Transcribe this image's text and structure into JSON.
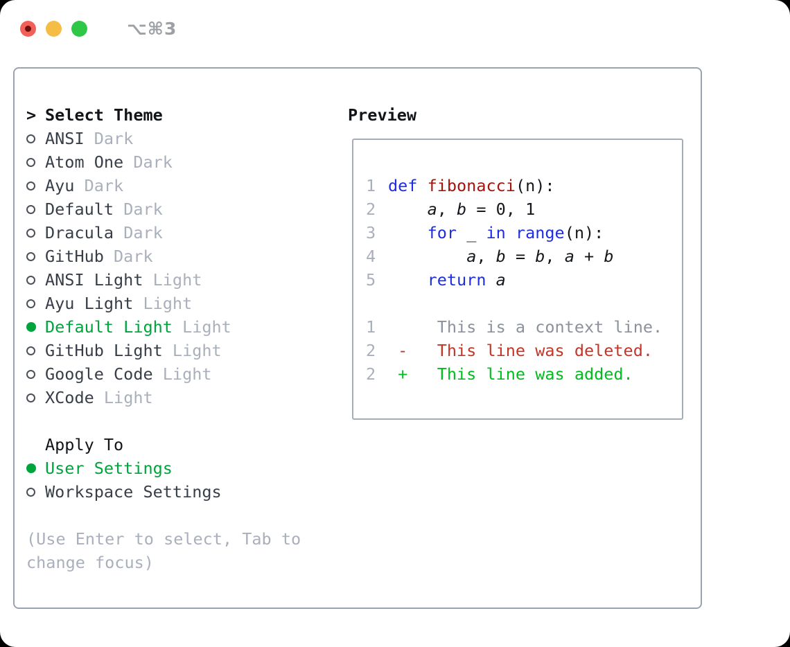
{
  "titlebar": {
    "shortcut": "⌥⌘3",
    "buttons": [
      "close",
      "minimize",
      "zoom"
    ]
  },
  "theme_selector": {
    "focus_marker": ">",
    "title": "Select Theme",
    "items": [
      {
        "name": "ANSI",
        "tag": "Dark",
        "selected": false
      },
      {
        "name": "Atom One",
        "tag": "Dark",
        "selected": false
      },
      {
        "name": "Ayu",
        "tag": "Dark",
        "selected": false
      },
      {
        "name": "Default",
        "tag": "Dark",
        "selected": false
      },
      {
        "name": "Dracula",
        "tag": "Dark",
        "selected": false
      },
      {
        "name": "GitHub",
        "tag": "Dark",
        "selected": false
      },
      {
        "name": "ANSI Light",
        "tag": "Light",
        "selected": false
      },
      {
        "name": "Ayu Light",
        "tag": "Light",
        "selected": false
      },
      {
        "name": "Default Light",
        "tag": "Light",
        "selected": true
      },
      {
        "name": "GitHub Light",
        "tag": "Light",
        "selected": false
      },
      {
        "name": "Google Code",
        "tag": "Light",
        "selected": false
      },
      {
        "name": "XCode",
        "tag": "Light",
        "selected": false
      }
    ]
  },
  "apply_to": {
    "title": "Apply To",
    "options": [
      {
        "label": "User Settings",
        "selected": true
      },
      {
        "label": "Workspace Settings",
        "selected": false
      }
    ]
  },
  "help_text": {
    "line1": "(Use Enter to select, Tab to",
    "line2": "change focus)"
  },
  "preview": {
    "title": "Preview",
    "code_lines": [
      {
        "num": "1",
        "segments": [
          {
            "text": "def ",
            "style": "keyword"
          },
          {
            "text": "fibonacci",
            "style": "function"
          },
          {
            "text": "(n):",
            "style": "plain"
          }
        ]
      },
      {
        "num": "2",
        "segments": [
          {
            "text": "    ",
            "style": "plain"
          },
          {
            "text": "a",
            "style": "variable"
          },
          {
            "text": ", ",
            "style": "plain"
          },
          {
            "text": "b",
            "style": "variable"
          },
          {
            "text": " = 0, 1",
            "style": "plain"
          }
        ]
      },
      {
        "num": "3",
        "segments": [
          {
            "text": "    ",
            "style": "plain"
          },
          {
            "text": "for",
            "style": "keyword"
          },
          {
            "text": " _ ",
            "style": "plain"
          },
          {
            "text": "in",
            "style": "keyword"
          },
          {
            "text": " ",
            "style": "plain"
          },
          {
            "text": "range",
            "style": "keyword"
          },
          {
            "text": "(n):",
            "style": "plain"
          }
        ]
      },
      {
        "num": "4",
        "segments": [
          {
            "text": "        ",
            "style": "plain"
          },
          {
            "text": "a",
            "style": "variable"
          },
          {
            "text": ", ",
            "style": "plain"
          },
          {
            "text": "b",
            "style": "variable"
          },
          {
            "text": " = ",
            "style": "plain"
          },
          {
            "text": "b",
            "style": "variable"
          },
          {
            "text": ", ",
            "style": "plain"
          },
          {
            "text": "a",
            "style": "variable"
          },
          {
            "text": " + ",
            "style": "plain"
          },
          {
            "text": "b",
            "style": "variable"
          }
        ]
      },
      {
        "num": "5",
        "segments": [
          {
            "text": "    ",
            "style": "plain"
          },
          {
            "text": "return",
            "style": "keyword"
          },
          {
            "text": " ",
            "style": "plain"
          },
          {
            "text": "a",
            "style": "variable"
          }
        ]
      },
      {
        "num": "",
        "segments": []
      }
    ],
    "diff_lines": [
      {
        "num": "1",
        "marker": "",
        "text": "This is a context line.",
        "type": "context"
      },
      {
        "num": "2",
        "marker": "-",
        "text": "This line was deleted.",
        "type": "deleted"
      },
      {
        "num": "2",
        "marker": "+",
        "text": "This line was added.",
        "type": "added"
      }
    ]
  },
  "colors": {
    "traffic-red": "#f1615a",
    "traffic-red-dot": "#6e100a",
    "traffic-yellow": "#f5bd45",
    "traffic-green": "#2ec747",
    "shortcut-gray": "#9da0a5",
    "panel-border": "#9aa2b0",
    "box-border": "#a4acb7",
    "text-black": "#111418",
    "text-dark": "#383e47",
    "muted": "#a9afbb",
    "ring-gray": "#4b515a",
    "accent-green": "#00a43c",
    "kw-blue": "#1d2de0",
    "fn-red": "#a4140b",
    "code-plain": "#14171c",
    "linenum": "#a9afbb",
    "ctx-gray": "#8c919b",
    "diff-red": "#c53527",
    "diff-green": "#00bd1e"
  }
}
